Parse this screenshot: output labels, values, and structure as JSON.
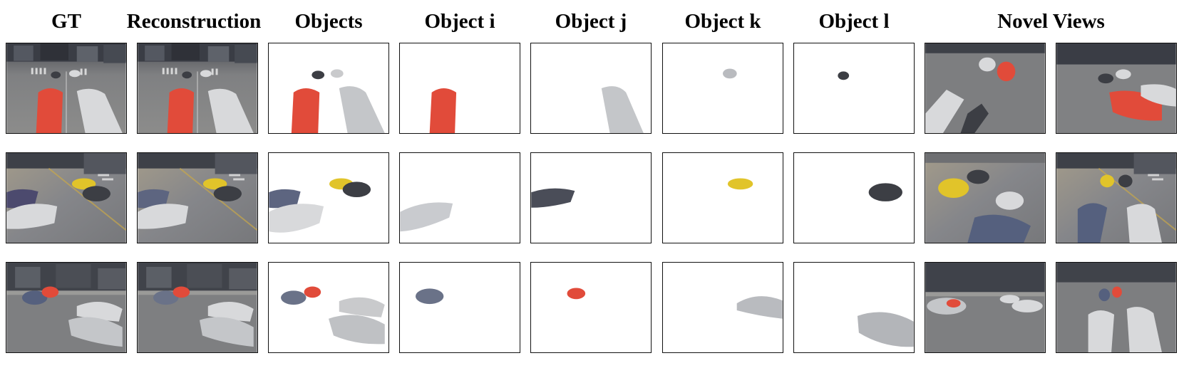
{
  "headers": {
    "gt": "GT",
    "reconstruction": "Reconstruction",
    "objects": "Objects",
    "object_i": "Object i",
    "object_j": "Object j",
    "object_k": "Object k",
    "object_l": "Object l",
    "novel_views": "Novel Views"
  },
  "colors": {
    "asphalt": "#7d7e7f",
    "building_dark": "#3a3d45",
    "car_red": "#e14b3a",
    "car_white": "#d8d9db",
    "car_dark": "#3c3e44",
    "car_yellow": "#e1c42a",
    "car_blue": "#55607e",
    "car_silver": "#a8abb0",
    "frame": "#111111"
  }
}
